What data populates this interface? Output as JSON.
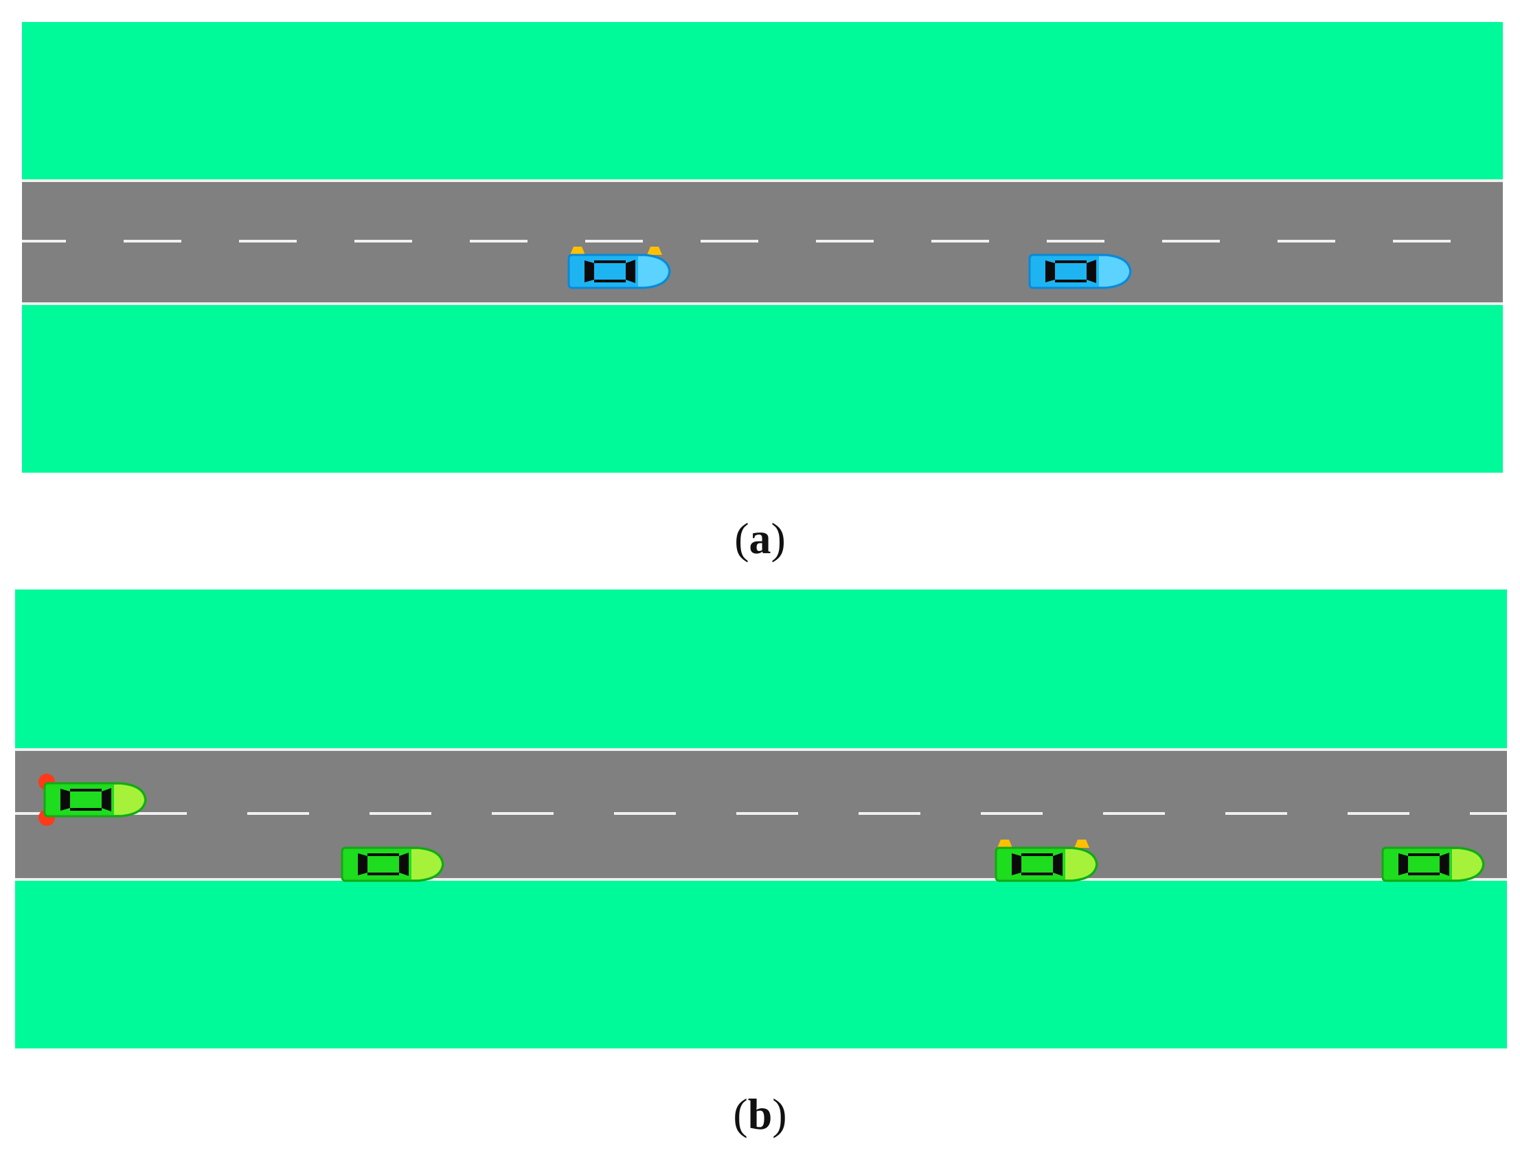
{
  "colors": {
    "grass": "#00FA9A",
    "road": "#808080",
    "road_edge": "#F0F0F0",
    "lane_marking": "#F0F0F0",
    "indicator_turn": "#FFC000",
    "indicator_brake": "#FF3A1A"
  },
  "panels": [
    {
      "caption_letter": "a",
      "car_color": "blue",
      "cars": [
        {
          "lane": "lower",
          "indicator": "turn",
          "body": "#1EB4F2",
          "front": "#5CD2FF",
          "outline": "#0A88D8"
        },
        {
          "lane": "lower",
          "indicator": "none",
          "body": "#1EB4F2",
          "front": "#5CD2FF",
          "outline": "#0A88D8"
        }
      ]
    },
    {
      "caption_letter": "b",
      "car_color": "green",
      "cars": [
        {
          "lane": "upper",
          "indicator": "brake",
          "body": "#1EDC1E",
          "front": "#A6F23A",
          "outline": "#14A814"
        },
        {
          "lane": "lower",
          "indicator": "none",
          "body": "#1EDC1E",
          "front": "#A6F23A",
          "outline": "#14A814"
        },
        {
          "lane": "lower",
          "indicator": "turn",
          "body": "#1EDC1E",
          "front": "#A6F23A",
          "outline": "#14A814"
        },
        {
          "lane": "lower",
          "indicator": "none",
          "body": "#1EDC1E",
          "front": "#A6F23A",
          "outline": "#14A814"
        }
      ]
    }
  ]
}
